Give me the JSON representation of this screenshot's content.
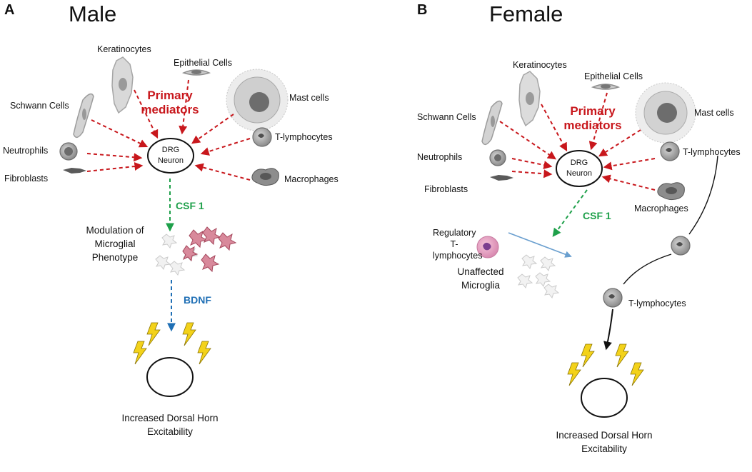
{
  "colors": {
    "primary_mediators": "#c8171c",
    "csf1": "#1ea04a",
    "bdnf": "#1f6fb5",
    "regulatory_arrow": "#6a9fcf",
    "lightning": "#f3d21a",
    "reactive_microglia": "#c4667a"
  },
  "panel_a": {
    "letter": "A",
    "title": "Male",
    "cells": {
      "keratinocytes": "Keratinocytes",
      "epithelial": "Epithelial Cells",
      "schwann": "Schwann Cells",
      "mast": "Mast cells",
      "t_lymphocytes": "T-lymphocytes",
      "neutrophils": "Neutrophils",
      "fibroblasts": "Fibroblasts",
      "macrophages": "Macrophages"
    },
    "primary_mediators": "Primary mediators",
    "neuron": "DRG Neuron",
    "csf1": "CSF 1",
    "microglia_label": "Modulation of Microglial Phenotype",
    "bdnf": "BDNF",
    "outcome": "Increased Dorsal Horn Excitability"
  },
  "panel_b": {
    "letter": "B",
    "title": "Female",
    "cells": {
      "keratinocytes": "Keratinocytes",
      "epithelial": "Epithelial Cells",
      "schwann": "Schwann Cells",
      "mast": "Mast cells",
      "t_lymphocytes": "T-lymphocytes",
      "neutrophils": "Neutrophils",
      "fibroblasts": "Fibroblasts",
      "macrophages": "Macrophages",
      "t_lymphocytes_lower": "T-lymphocytes"
    },
    "primary_mediators": "Primary mediators",
    "neuron": "DRG Neuron",
    "csf1": "CSF 1",
    "regulatory": "Regulatory T-lymphocytes",
    "microglia_label": "Unaffected Microglia",
    "outcome": "Increased Dorsal Horn Excitability"
  }
}
